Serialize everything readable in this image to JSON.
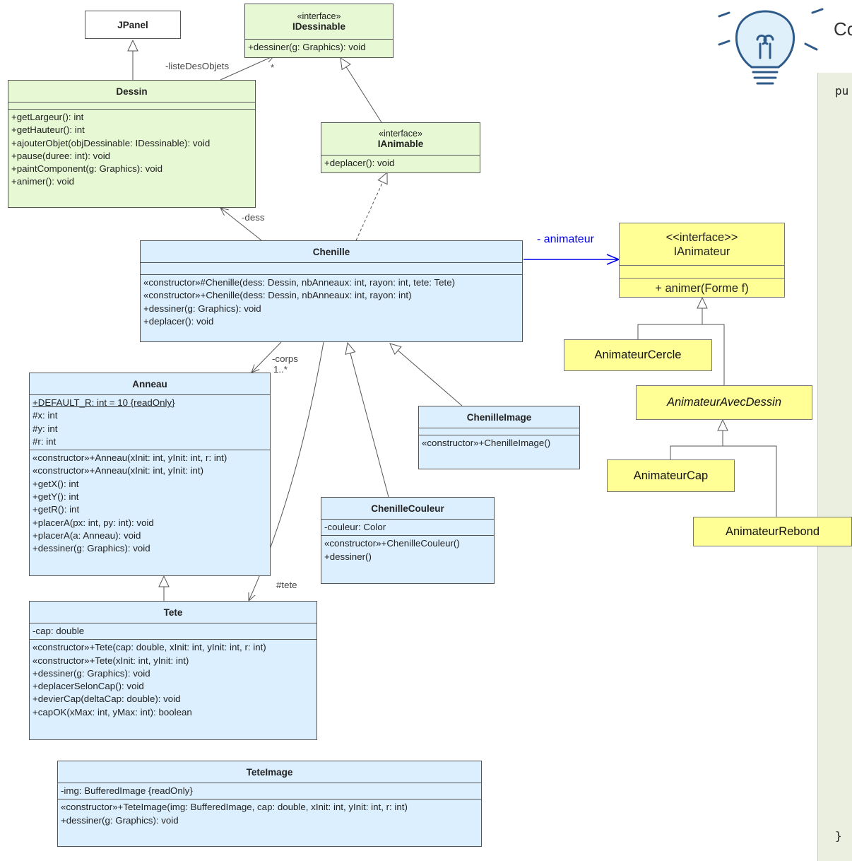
{
  "tip": {
    "title": "Co",
    "code_start": "pu",
    "code_end": "}"
  },
  "classes": {
    "jpanel": {
      "name": "JPanel"
    },
    "idessinable": {
      "stereotype": "«interface»",
      "name": "IDessinable",
      "methods": [
        "+dessiner(g: Graphics): void"
      ]
    },
    "dessin": {
      "name": "Dessin",
      "methods": [
        "+getLargeur(): int",
        "+getHauteur(): int",
        "+ajouterObjet(objDessinable: IDessinable): void",
        "+pause(duree: int): void",
        "+paintComponent(g: Graphics): void",
        "+animer(): void"
      ]
    },
    "ianimable": {
      "stereotype": "«interface»",
      "name": "IAnimable",
      "methods": [
        "+deplacer(): void"
      ]
    },
    "chenille": {
      "name": "Chenille",
      "methods": [
        "«constructor»#Chenille(dess: Dessin, nbAnneaux: int, rayon: int, tete: Tete)",
        "«constructor»+Chenille(dess: Dessin, nbAnneaux: int, rayon: int)",
        "+dessiner(g: Graphics): void",
        "+deplacer(): void"
      ]
    },
    "anneau": {
      "name": "Anneau",
      "attributes": [
        "+DEFAULT_R: int = 10 {readOnly}",
        "#x: int",
        "#y: int",
        "#r: int"
      ],
      "methods": [
        "«constructor»+Anneau(xInit: int, yInit: int, r: int)",
        "«constructor»+Anneau(xInit: int, yInit: int)",
        "+getX(): int",
        "+getY(): int",
        "+getR(): int",
        "+placerA(px: int, py: int): void",
        "+placerA(a: Anneau): void",
        "+dessiner(g: Graphics): void"
      ]
    },
    "chenilleimage": {
      "name": "ChenilleImage",
      "methods": [
        "«constructor»+ChenilleImage()"
      ]
    },
    "chenillecouleur": {
      "name": "ChenilleCouleur",
      "attributes": [
        "-couleur: Color"
      ],
      "methods": [
        "«constructor»+ChenilleCouleur()",
        "+dessiner()"
      ]
    },
    "tete": {
      "name": "Tete",
      "attributes": [
        "-cap: double"
      ],
      "methods": [
        "«constructor»+Tete(cap: double, xInit: int, yInit: int, r: int)",
        "«constructor»+Tete(xInit: int, yInit: int)",
        "+dessiner(g: Graphics): void",
        "+deplacerSelonCap(): void",
        "+devierCap(deltaCap: double): void",
        "+capOK(xMax: int, yMax: int): boolean"
      ]
    },
    "teteimage": {
      "name": "TeteImage",
      "attributes": [
        "-img: BufferedImage {readOnly}"
      ],
      "methods": [
        "«constructor»+TeteImage(img: BufferedImage, cap: double, xInit: int, yInit: int, r: int)",
        "+dessiner(g: Graphics): void"
      ]
    },
    "ianimateur": {
      "stereotype": "<<interface>>",
      "name": "IAnimateur",
      "method": "+ animer(Forme f)"
    },
    "animateurcercle": {
      "name": "AnimateurCercle"
    },
    "animateuravecdessin": {
      "name": "AnimateurAvecDessin"
    },
    "animateurcap": {
      "name": "AnimateurCap"
    },
    "animateurrebond": {
      "name": "AnimateurRebond"
    }
  },
  "labels": {
    "liste_des_objets": "-listeDesObjets",
    "star": "*",
    "dess": "-dess",
    "corps": "-corps",
    "corps_mult": "1..*",
    "tete": "#tete",
    "animateur": "- animateur"
  },
  "colors": {
    "green": "#e7f8d4",
    "blue": "#dcefff",
    "yellow": "#ffff96",
    "accent": "#0000ee"
  }
}
